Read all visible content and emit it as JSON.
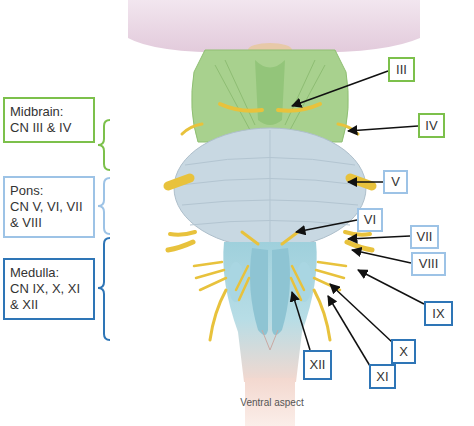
{
  "diagram": {
    "caption": "Ventral aspect",
    "nodes": [
      {
        "text": [
          "Midbrain:",
          "CN III & IV"
        ]
      },
      {
        "text": [
          "Pons:",
          "CN V, VI, VII & VIII"
        ]
      },
      {
        "text": [
          "Medulla:",
          "CN IX, X, XI & XII"
        ]
      },
      {
        "text": [
          "III"
        ]
      },
      {
        "text": [
          "IV"
        ]
      },
      {
        "text": [
          "V"
        ]
      },
      {
        "text": [
          "VI"
        ]
      },
      {
        "text": [
          "VII"
        ]
      },
      {
        "text": [
          "VIII"
        ]
      },
      {
        "text": [
          "IX"
        ]
      },
      {
        "text": [
          "X"
        ]
      },
      {
        "text": [
          "XI"
        ]
      },
      {
        "text": [
          "XII"
        ]
      }
    ]
  }
}
